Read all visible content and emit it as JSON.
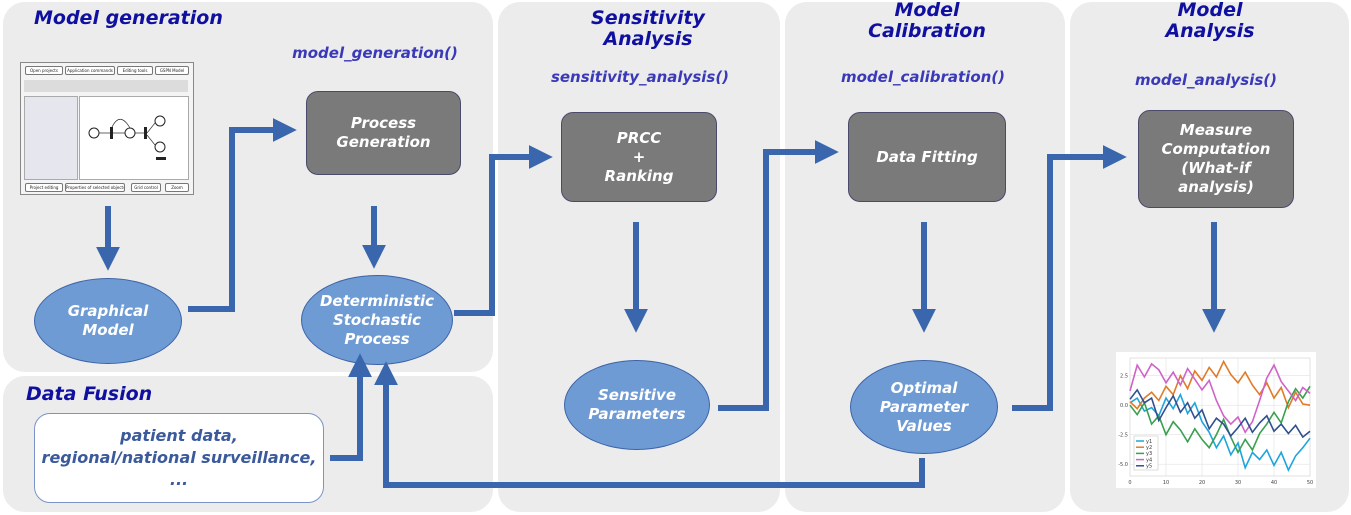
{
  "panels": {
    "model_generation": {
      "title": "Model generation",
      "function": "model_generation()"
    },
    "data_fusion": {
      "title": "Data Fusion",
      "note": "patient data,\nregional/national surveillance,\n..."
    },
    "sensitivity": {
      "title": "Sensitivity\nAnalysis",
      "function": "sensitivity_analysis()"
    },
    "calibration": {
      "title": "Model\nCalibration",
      "function": "model_calibration()"
    },
    "analysis": {
      "title": "Model\nAnalysis",
      "function": "model_analysis()"
    }
  },
  "nodes": {
    "graphical_model": "Graphical\nModel",
    "process_generation": "Process\nGeneration",
    "det_stoch_process": "Deterministic\nStochastic\nProcess",
    "prcc_ranking": "PRCC\n+\nRanking",
    "sensitive_parameters": "Sensitive\nParameters",
    "data_fitting": "Data Fitting",
    "optimal_parameter_values": "Optimal\nParameter\nValues",
    "measure_computation": "Measure\nComputation\n(What-if\nanalysis)"
  },
  "screenshot": {
    "buttons_top": [
      "Open projects",
      "Application commands",
      "Editing tools",
      "GSPN Model"
    ],
    "buttons_bottom": [
      "Project editing",
      "Properties of selected objects",
      "Grid control",
      "Zoom"
    ]
  },
  "colors": {
    "panel": "#ececec",
    "title": "#1010a0",
    "function": "#3a3ab8",
    "box": "#7a7a7a",
    "ellipse": "#6f9bd4",
    "arrow": "#3a66ad"
  },
  "chart_data": {
    "type": "line",
    "x": [
      0,
      2,
      4,
      6,
      8,
      10,
      12,
      14,
      16,
      18,
      20,
      22,
      24,
      26,
      28,
      30,
      32,
      34,
      36,
      38,
      40,
      42,
      44,
      46,
      48,
      50
    ],
    "xticks": [
      "0",
      "10",
      "20",
      "30",
      "40",
      "50"
    ],
    "yticks": [
      "2.5",
      "0.0",
      "-2.5",
      "-5.0"
    ],
    "ylim": [
      -6,
      4
    ],
    "legend": [
      "y1",
      "y2",
      "y3",
      "y4",
      "y5"
    ],
    "series": [
      {
        "name": "y1",
        "color": "#1fa5dc",
        "values": [
          0.2,
          0.6,
          -0.5,
          -0.2,
          -0.9,
          0.6,
          -0.3,
          0.9,
          -0.7,
          0.2,
          -1.4,
          -2.3,
          -3.6,
          -2.6,
          -4.2,
          -3.2,
          -5.3,
          -4.0,
          -4.6,
          -3.8,
          -5.1,
          -4.0,
          -5.5,
          -4.3,
          -3.6,
          -2.8
        ]
      },
      {
        "name": "y2",
        "color": "#e07b28",
        "values": [
          0.3,
          -0.3,
          0.6,
          1.1,
          0.4,
          1.6,
          0.9,
          2.5,
          1.4,
          2.9,
          2.1,
          3.2,
          2.4,
          3.7,
          2.6,
          1.9,
          2.8,
          1.7,
          0.9,
          1.9,
          0.6,
          1.5,
          -0.2,
          1.1,
          0.1,
          0.0
        ]
      },
      {
        "name": "y3",
        "color": "#3aa050",
        "values": [
          0.0,
          -0.8,
          0.2,
          -1.6,
          -0.9,
          -2.5,
          -1.4,
          -2.1,
          -3.1,
          -2.0,
          -2.9,
          -3.6,
          -2.5,
          -1.2,
          -2.7,
          -4.0,
          -2.9,
          -3.8,
          -2.4,
          -1.6,
          -0.6,
          -1.5,
          0.3,
          1.4,
          0.6,
          1.6
        ]
      },
      {
        "name": "y4",
        "color": "#d062c8",
        "values": [
          1.2,
          3.4,
          2.4,
          3.5,
          3.0,
          1.9,
          2.8,
          1.7,
          3.1,
          2.2,
          1.3,
          2.1,
          0.4,
          -0.9,
          -1.6,
          -1.0,
          -2.3,
          -1.4,
          0.4,
          2.3,
          3.4,
          2.0,
          1.2,
          0.4,
          1.5,
          1.0
        ]
      },
      {
        "name": "y5",
        "color": "#2f4f8f",
        "values": [
          0.5,
          1.3,
          0.2,
          0.6,
          -1.3,
          -0.2,
          0.8,
          -0.6,
          0.2,
          -1.1,
          -0.4,
          -2.0,
          -1.1,
          -1.6,
          -2.6,
          -1.9,
          -1.1,
          -2.3,
          -1.5,
          -0.9,
          -2.2,
          -1.6,
          -2.4,
          -1.7,
          -2.7,
          -2.2
        ]
      }
    ]
  }
}
